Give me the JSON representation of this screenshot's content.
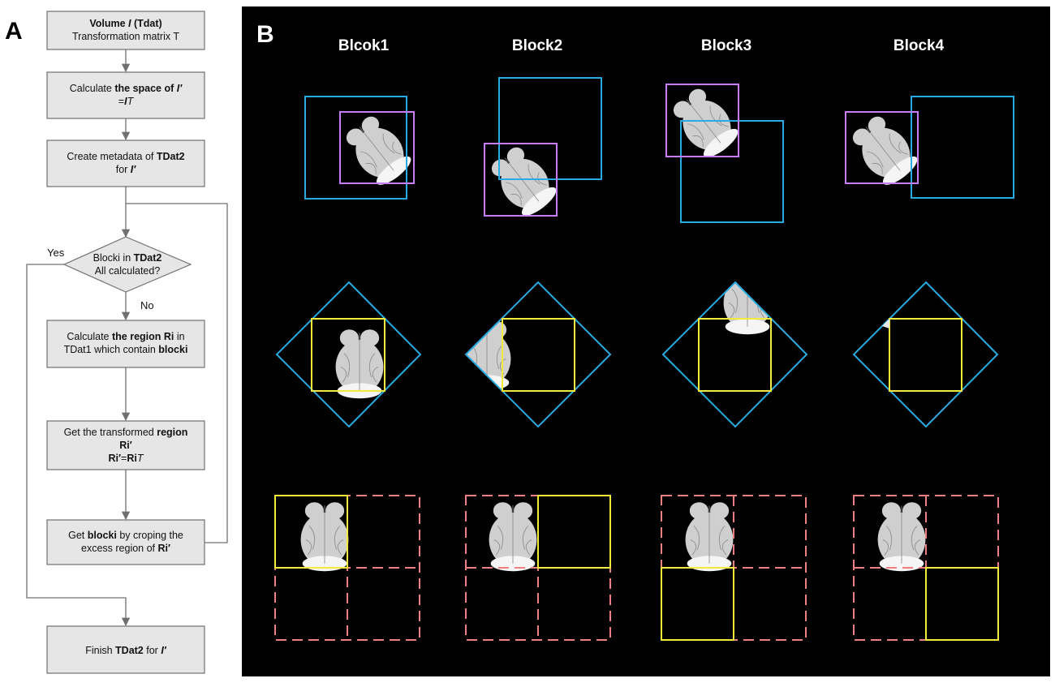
{
  "panel_a": {
    "letter": "A",
    "nodes": [
      {
        "id": "n1",
        "lines": [
          [
            {
              "t": "Volume ",
              "b": true
            },
            {
              "t": "I",
              "b": true,
              "i": true
            },
            {
              "t": " (Tdat)",
              "b": true
            }
          ],
          [
            {
              "t": "Transformation matrix T"
            }
          ]
        ]
      },
      {
        "id": "n2",
        "lines": [
          [
            {
              "t": "Calculate "
            },
            {
              "t": "the space of ",
              "b": true
            },
            {
              "t": "I′",
              "b": true,
              "i": true
            }
          ],
          [
            {
              "t": "="
            },
            {
              "t": "I",
              "b": true,
              "i": true
            },
            {
              "t": "T",
              "i": true
            }
          ]
        ]
      },
      {
        "id": "n3",
        "lines": [
          [
            {
              "t": "Create metadata of "
            },
            {
              "t": "TDat2",
              "b": true
            }
          ],
          [
            {
              "t": "for "
            },
            {
              "t": "I′",
              "b": true,
              "i": true
            }
          ]
        ]
      },
      {
        "id": "d1",
        "lines": [
          [
            {
              "t": "Blocki in "
            },
            {
              "t": "TDat2",
              "b": true
            }
          ],
          [
            {
              "t": "All calculated?"
            }
          ]
        ]
      },
      {
        "id": "n4",
        "lines": [
          [
            {
              "t": "Calculate "
            },
            {
              "t": "the region Ri",
              "b": true
            },
            {
              "t": " in"
            }
          ],
          [
            {
              "t": "TDat1 which contain "
            },
            {
              "t": "blocki",
              "b": true
            }
          ]
        ]
      },
      {
        "id": "n5",
        "lines": [
          [
            {
              "t": "Get the transformed "
            },
            {
              "t": "region",
              "b": true
            }
          ],
          [
            {
              "t": "Ri′",
              "b": true
            }
          ],
          [
            {
              "t": "Ri′",
              "b": true
            },
            {
              "t": "="
            },
            {
              "t": "Ri",
              "b": true
            },
            {
              "t": "T",
              "i": true
            }
          ]
        ]
      },
      {
        "id": "n6",
        "lines": [
          [
            {
              "t": "Get "
            },
            {
              "t": "blocki",
              "b": true
            },
            {
              "t": " by croping the"
            }
          ],
          [
            {
              "t": "excess region of "
            },
            {
              "t": "Ri′",
              "b": true
            }
          ]
        ]
      },
      {
        "id": "n7",
        "lines": [
          [
            {
              "t": "Finish "
            },
            {
              "t": "TDat2",
              "b": true
            },
            {
              "t": " for "
            },
            {
              "t": "I′",
              "b": true,
              "i": true
            }
          ]
        ]
      }
    ],
    "yes_label": "Yes",
    "no_label": "No"
  },
  "panel_b": {
    "letter": "B",
    "columns": [
      "Blcok1",
      "Block2",
      "Block3",
      "Block4"
    ]
  },
  "colors": {
    "cyan": "#29abe2",
    "violet": "#c77dff",
    "yellow": "#f4ea3a",
    "salmon": "#f08080",
    "panel_bg": "#000000",
    "node_fill": "#e6e6e6",
    "line": "#707070"
  }
}
